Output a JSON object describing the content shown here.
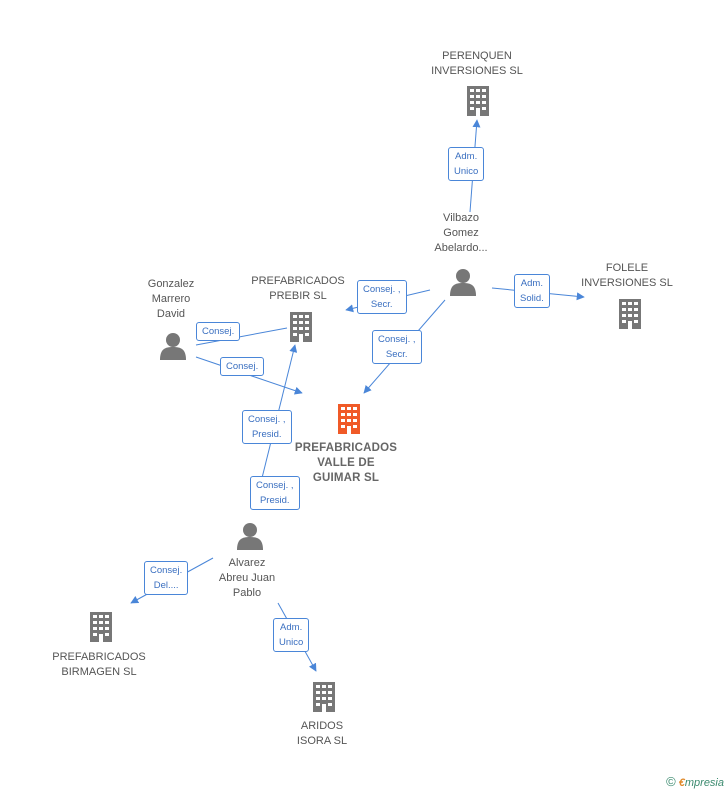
{
  "nodes": {
    "main": {
      "lines": [
        "PREFABRICADOS",
        "VALLE DE",
        "GUIMAR SL"
      ]
    },
    "perenquen": {
      "lines": [
        "PERENQUEN",
        "INVERSIONES SL"
      ]
    },
    "vilbazo": {
      "lines": [
        "Vilbazo",
        "Gomez",
        "Abelardo..."
      ]
    },
    "folele": {
      "lines": [
        "FOLELE",
        "INVERSIONES SL"
      ]
    },
    "prebir": {
      "lines": [
        "PREFABRICADOS",
        "PREBIR SL"
      ]
    },
    "gonzalez": {
      "lines": [
        "Gonzalez",
        "Marrero",
        "David"
      ]
    },
    "alvarez": {
      "lines": [
        "Alvarez",
        "Abreu Juan",
        "Pablo"
      ]
    },
    "birmagen": {
      "lines": [
        "PREFABRICADOS",
        "BIRMAGEN SL"
      ]
    },
    "aridos": {
      "lines": [
        "ARIDOS",
        "ISORA SL"
      ]
    }
  },
  "edges": {
    "adm_unico_perenquen": {
      "lines": [
        "Adm.",
        "Unico"
      ]
    },
    "consej_secr_prebir": {
      "lines": [
        "Consej. ,",
        "Secr."
      ]
    },
    "adm_solid_folele": {
      "lines": [
        "Adm.",
        "Solid."
      ]
    },
    "consej_secr_main": {
      "lines": [
        "Consej. ,",
        "Secr."
      ]
    },
    "consej_gonzalez_prebir": {
      "lines": [
        "Consej."
      ]
    },
    "consej_gonzalez_main": {
      "lines": [
        "Consej."
      ]
    },
    "consej_presid_prebir": {
      "lines": [
        "Consej. ,",
        "Presid."
      ]
    },
    "consej_presid_main": {
      "lines": [
        "Consej. ,",
        "Presid."
      ]
    },
    "consej_del_birmagen": {
      "lines": [
        "Consej.",
        "Del...."
      ]
    },
    "adm_unico_aridos": {
      "lines": [
        "Adm.",
        "Unico"
      ]
    }
  },
  "colors": {
    "edge": "#4a86d8",
    "building": "#777777",
    "main_building": "#f05a28",
    "person": "#777777"
  },
  "brand": {
    "copyright": "©",
    "e": "€",
    "rest": "mpresia"
  }
}
